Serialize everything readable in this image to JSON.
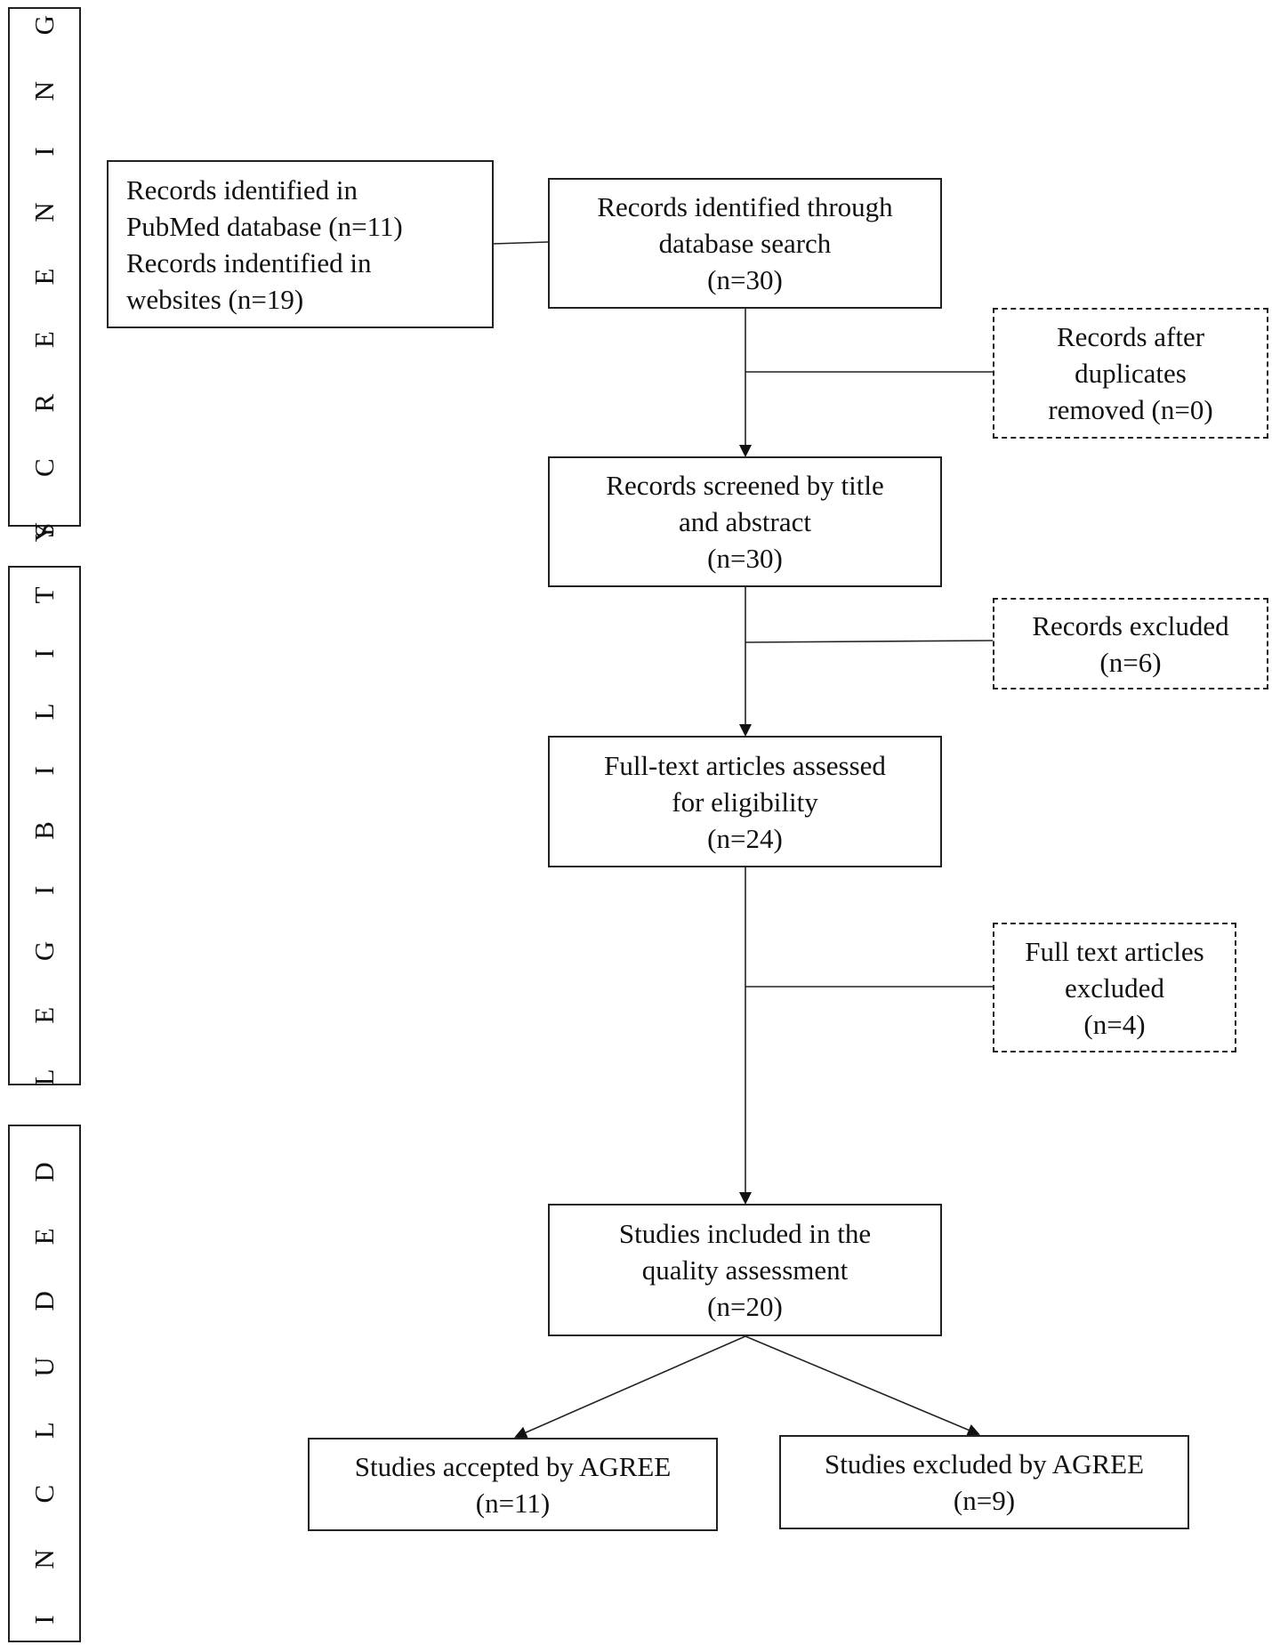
{
  "phases": {
    "screening": "S C R E E N I N G",
    "eligibility": "E L E G I B I L I T Y",
    "included": "I N C L U D E D"
  },
  "boxes": {
    "sources": [
      "Records identified in",
      "PubMed database (n=11)",
      "Records indentified in",
      "websites (n=19)"
    ],
    "identified": [
      "Records identified through",
      "database search",
      "(n=30)"
    ],
    "duplicates": [
      "Records after",
      "duplicates",
      "removed (n=0)"
    ],
    "screened": [
      "Records screened by title",
      "and abstract",
      "(n=30)"
    ],
    "excluded": [
      "Records excluded",
      "(n=6)"
    ],
    "fulltext": [
      "Full-text articles assessed",
      "for eligibility",
      "(n=24)"
    ],
    "fulltext_excluded": [
      "Full text articles",
      "excluded",
      "(n=4)"
    ],
    "quality": [
      "Studies included in the",
      "quality assessment",
      "(n=20)"
    ],
    "accepted": [
      "Studies accepted by AGREE",
      "(n=11)"
    ],
    "agree_excluded": [
      "Studies excluded by AGREE",
      "(n=9)"
    ]
  }
}
